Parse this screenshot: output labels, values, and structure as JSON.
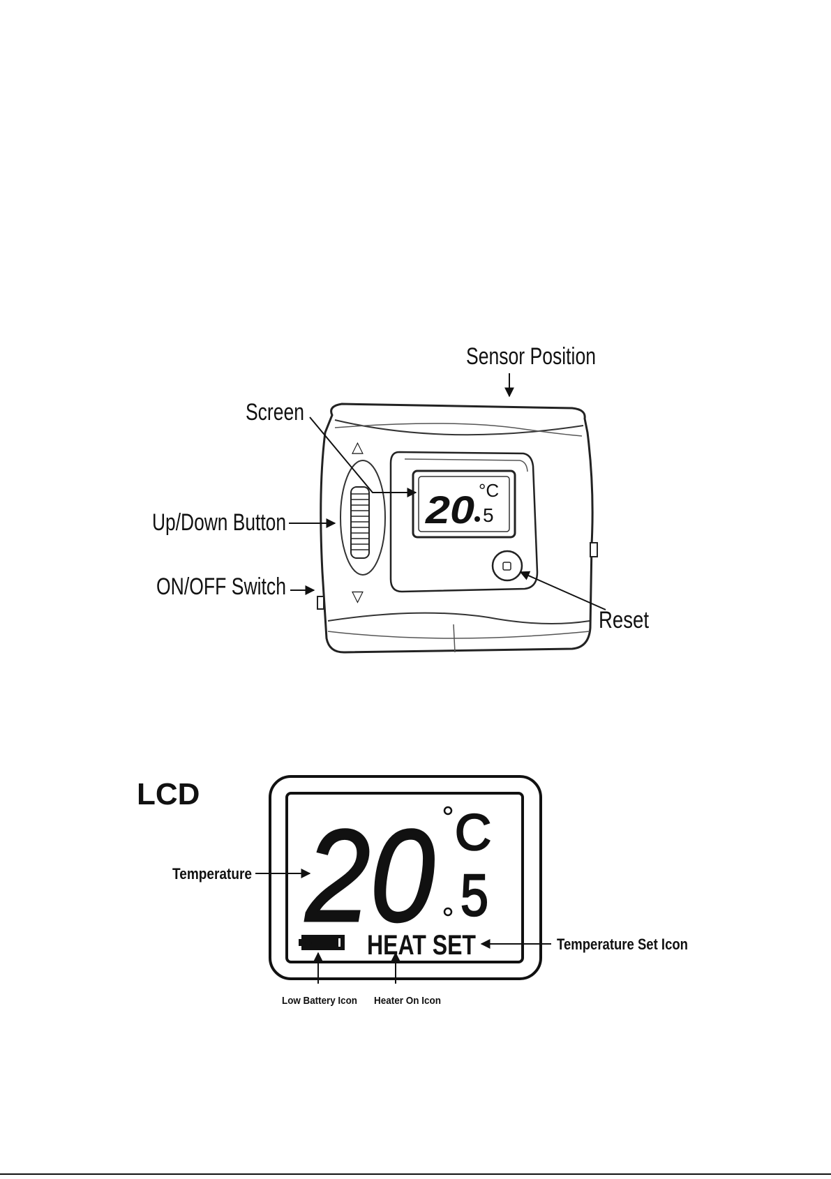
{
  "device": {
    "labels": {
      "sensor_position": "Sensor Position",
      "screen": "Screen",
      "up_down_button": "Up/Down Button",
      "on_off_switch": "ON/OFF Switch",
      "reset": "Reset"
    },
    "screen": {
      "temperature": "20",
      "unit": "°C",
      "decimal": "5"
    }
  },
  "lcd": {
    "title": "LCD",
    "temperature": "20",
    "unit": "C",
    "decimal": "5",
    "status_text": "HEAT SET",
    "labels": {
      "temperature": "Temperature",
      "temperature_set_icon": "Temperature Set Icon",
      "low_battery_icon": "Low Battery Icon",
      "heater_on_icon": "Heater On Icon"
    }
  }
}
